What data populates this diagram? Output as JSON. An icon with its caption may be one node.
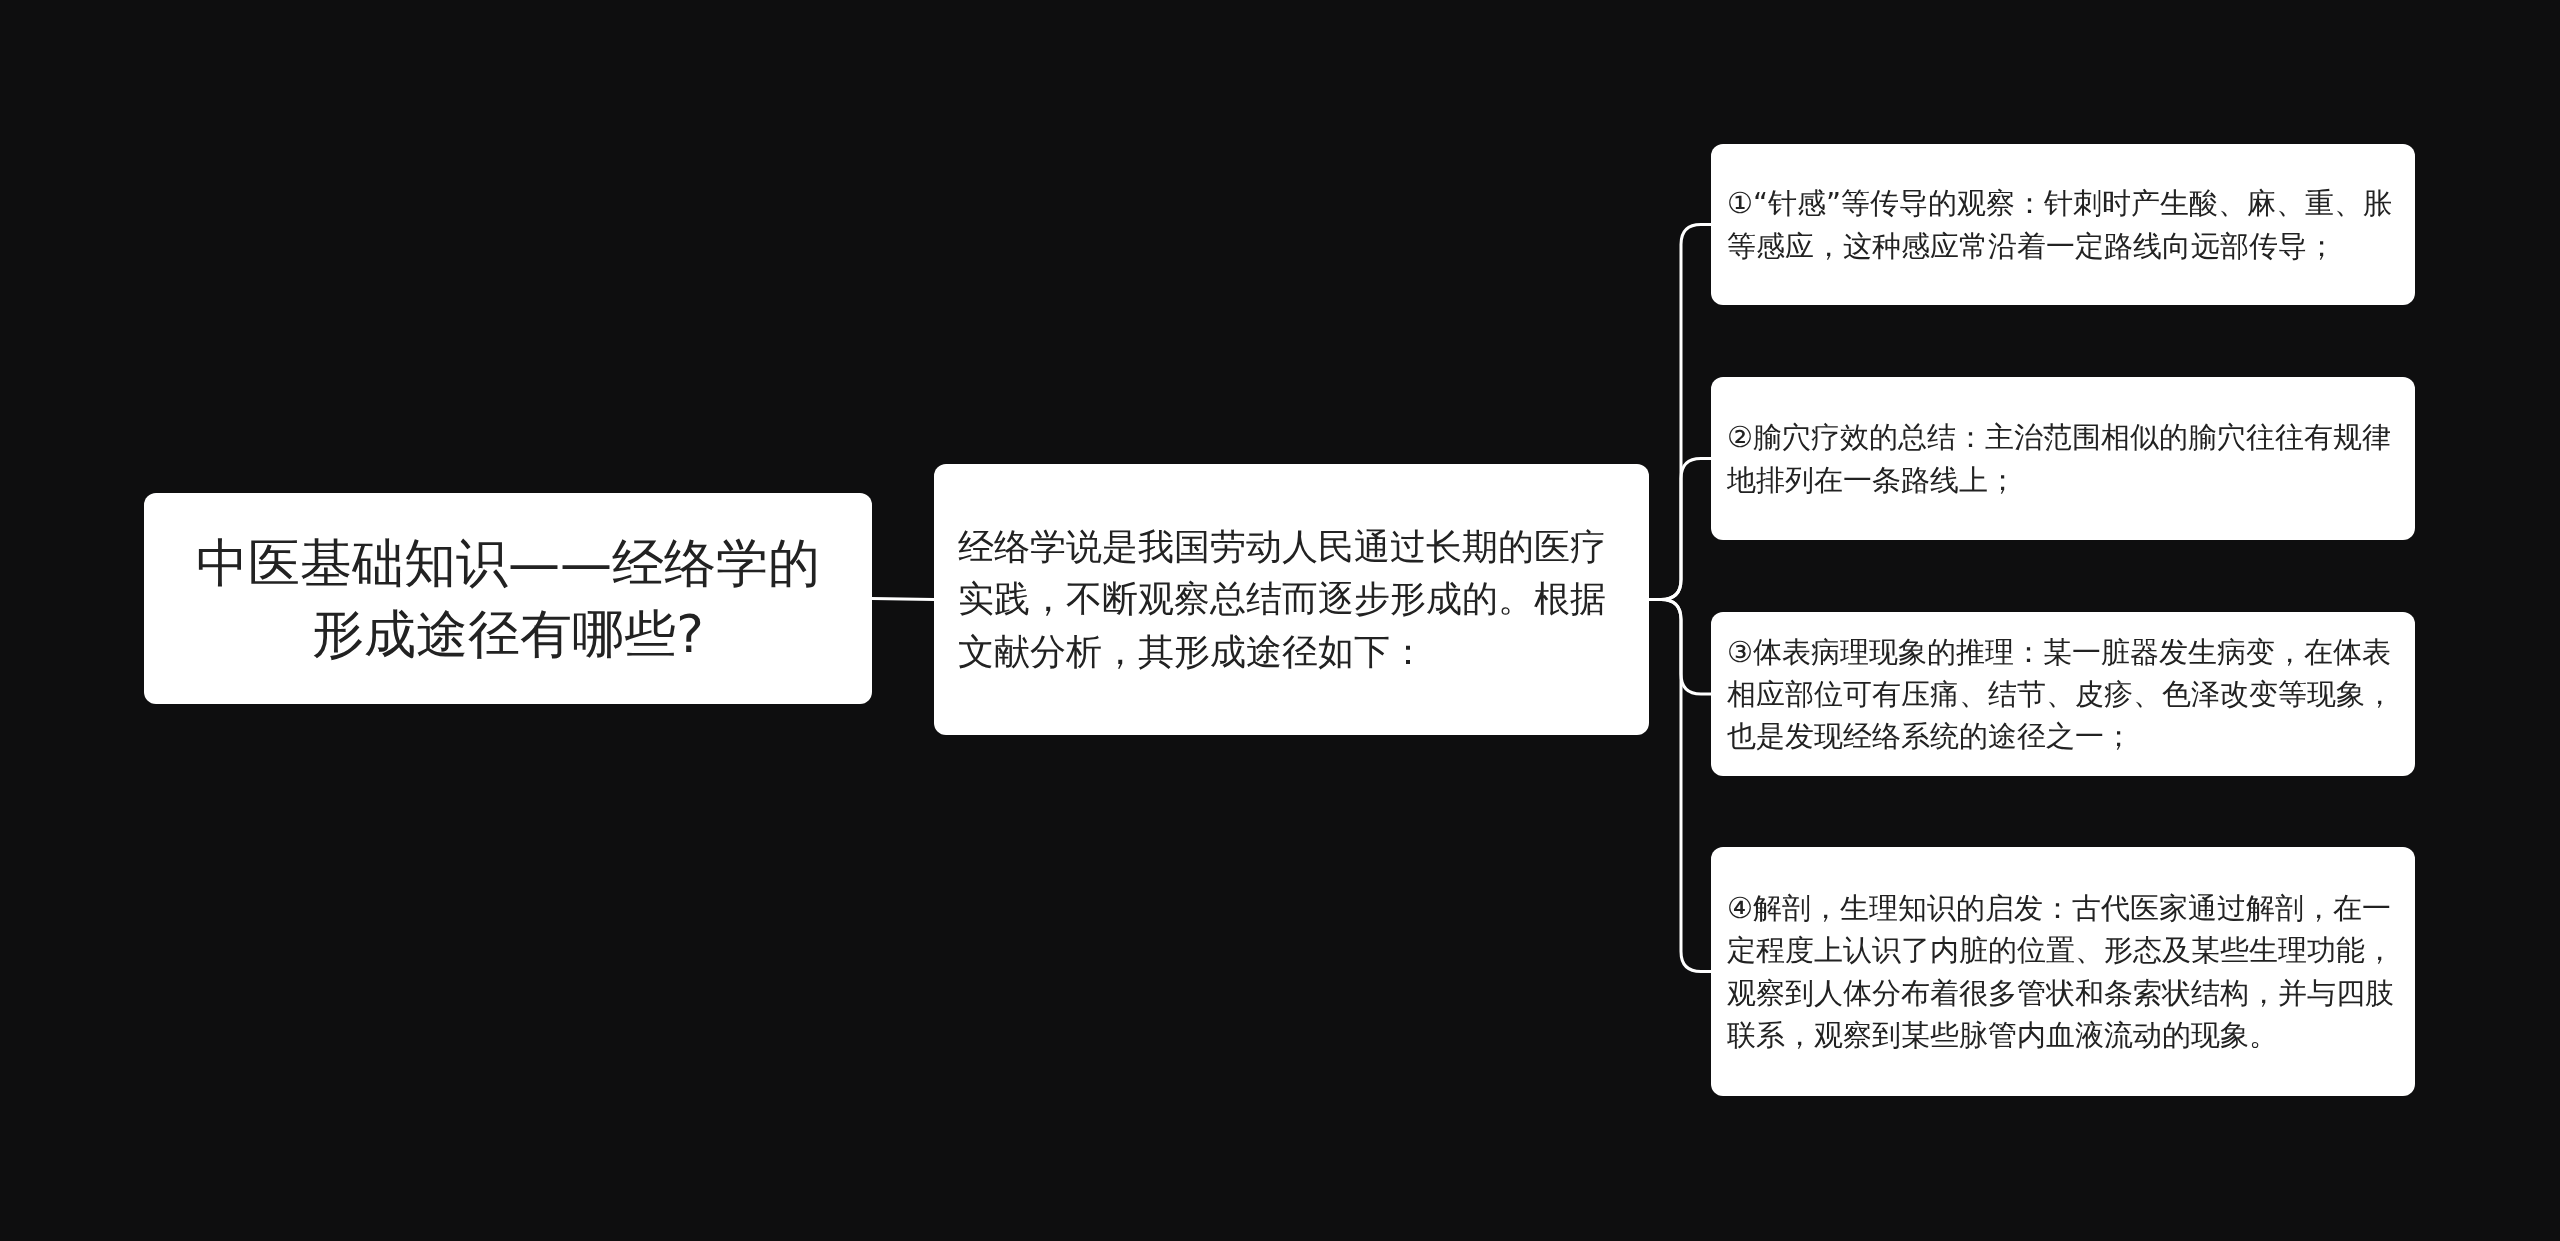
{
  "diagram": {
    "nodes": [
      {
        "text": [
          "中医基础知识——经络学的形成途径有哪些?"
        ]
      },
      {
        "text": [
          "经络学说是我国劳动人民通过长期的医疗实践，不断观察总结而逐步形成的。根据文献分析，其形成途径如下："
        ]
      },
      {
        "text": [
          "①“针感”等传导的观察：针刺时产生酸、麻、重、胀等感应，这种感应常沿着一定路线向远部传导；"
        ]
      },
      {
        "text": [
          "②腧穴疗效的总结：主治范围相似的腧穴往往有规律地排列在一条路线上；"
        ]
      },
      {
        "text": [
          "③体表病理现象的推理：某一脏器发生病变，在体表相应部位可有压痛、结节、皮疹、色泽改变等现象，也是发现经络系统的途径之一；"
        ]
      },
      {
        "text": [
          "④解剖，生理知识的启发：古代医家通过解剖，在一定程度上认识了内脏的位置、形态及某些生理功能，观察到人体分布着很多管状和条索状结构，并与四肢联系，观察到某些脉管内血液流动的现象。"
        ]
      }
    ],
    "edges": [
      {
        "from": 0,
        "to": 1,
        "arrow": "none"
      },
      {
        "from": 1,
        "to": 2,
        "arrow": "none"
      },
      {
        "from": 1,
        "to": 3,
        "arrow": "none"
      },
      {
        "from": 1,
        "to": 4,
        "arrow": "none"
      },
      {
        "from": 1,
        "to": 5,
        "arrow": "none"
      }
    ]
  }
}
